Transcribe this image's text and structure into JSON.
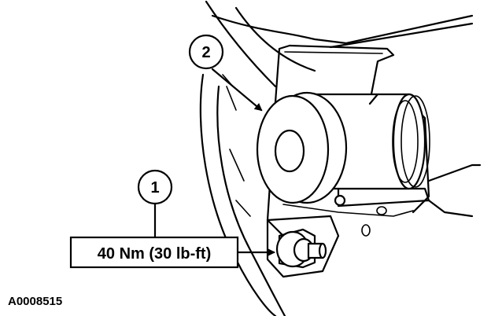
{
  "callouts": [
    {
      "number": "1"
    },
    {
      "number": "2"
    }
  ],
  "torque_spec": "40 Nm (30 lb-ft)",
  "figure_id": "A0008515"
}
